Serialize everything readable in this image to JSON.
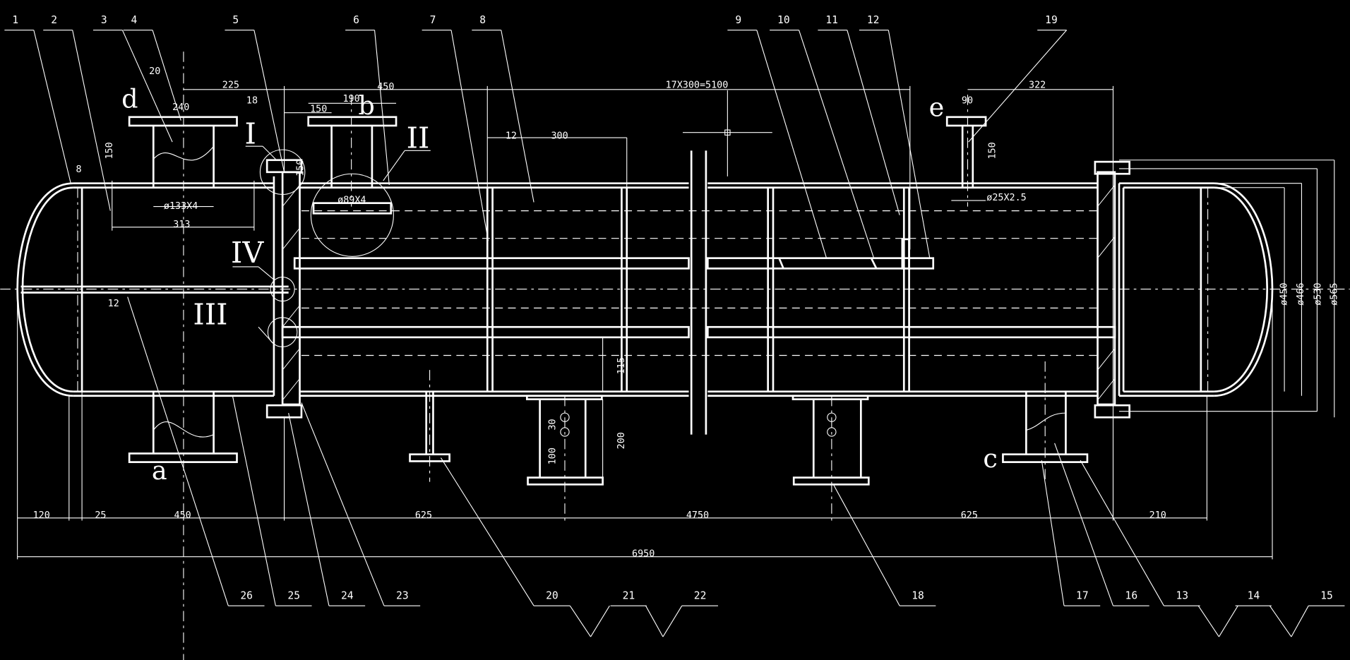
{
  "drawing": {
    "background": "#000000",
    "line_color": "#ffffff",
    "part_numbers_top": [
      "1",
      "2",
      "3",
      "4",
      "5",
      "6",
      "7",
      "8",
      "9",
      "10",
      "11",
      "12",
      "19"
    ],
    "part_numbers_bottom": [
      "26",
      "25",
      "24",
      "23",
      "20",
      "21",
      "22",
      "18",
      "17",
      "16",
      "13",
      "14",
      "15"
    ],
    "nozzle_letters": {
      "d": "d",
      "b": "b",
      "e": "e",
      "a": "a",
      "c": "c"
    },
    "detail_labels": {
      "I": "I",
      "II": "II",
      "III": "III",
      "IV": "IV"
    },
    "dims_top": {
      "d225": "225",
      "d450": "450",
      "pitch": "17X300=5100",
      "d322": "322",
      "d20": "20",
      "d240": "240",
      "d18": "18",
      "d150a": "150",
      "d150b": "150",
      "d150c": "150",
      "d190": "190",
      "d90": "90",
      "d12": "12",
      "d300": "300",
      "d150e": "150"
    },
    "dims_nozzle": {
      "n133": "ø133X4",
      "n89": "ø89X4",
      "n25": "ø25X2.5",
      "d313": "313",
      "d8": "8",
      "d12b": "12"
    },
    "dims_bottom": {
      "d120": "120",
      "d25": "25",
      "d450": "450",
      "d625a": "625",
      "d4750": "4750",
      "d625b": "625",
      "d210": "210",
      "d6950": "6950"
    },
    "dims_support": {
      "d115": "115",
      "d200": "200",
      "d30": "30",
      "d100": "100"
    },
    "dims_right": {
      "d450": "ø450",
      "d466": "ø466",
      "d530": "ø530",
      "d565": "ø565"
    }
  }
}
